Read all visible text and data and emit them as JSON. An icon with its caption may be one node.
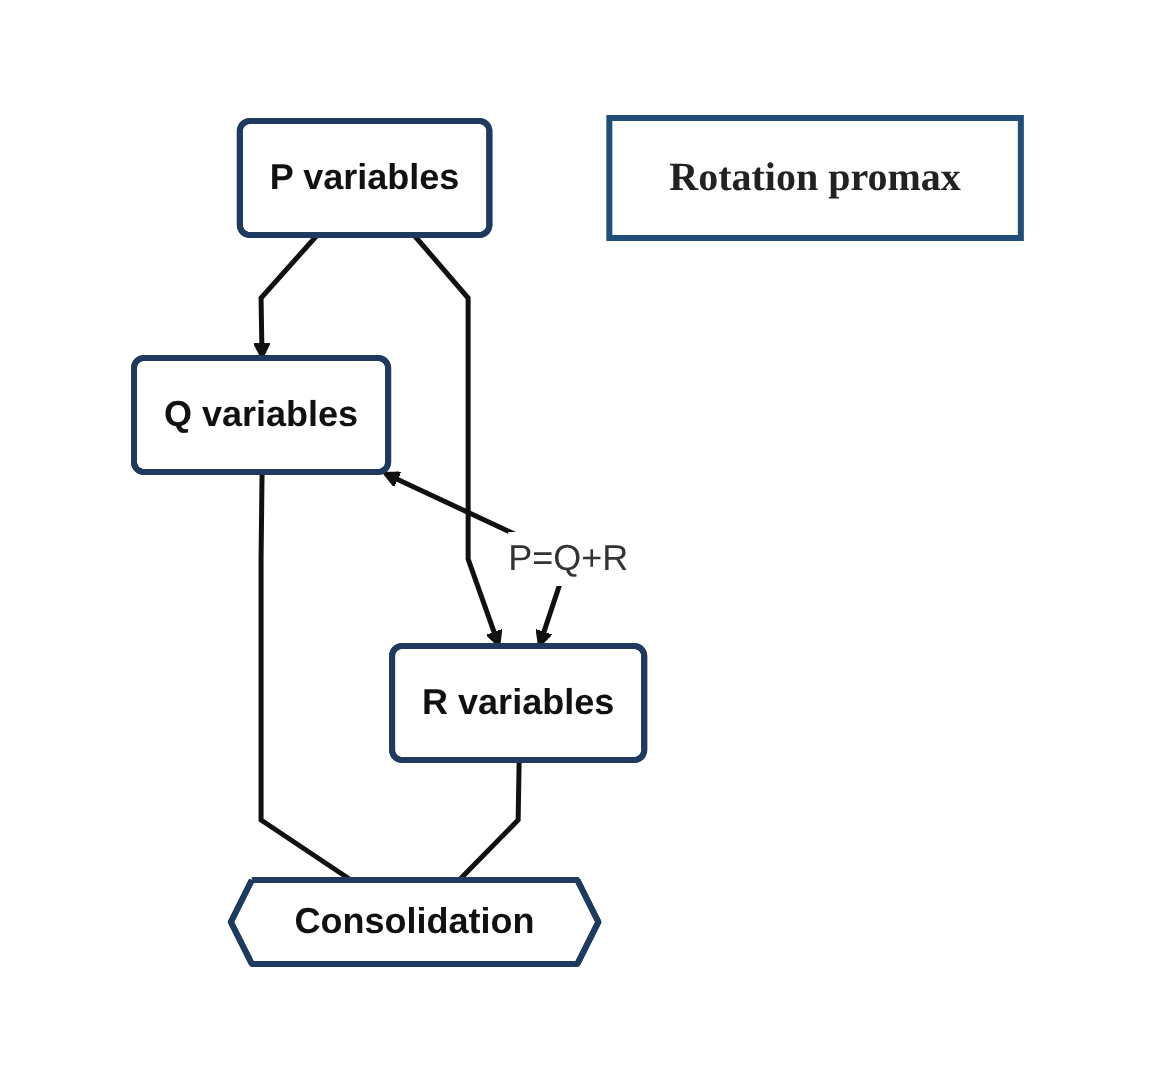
{
  "diagram": {
    "nodes": [
      {
        "text": [
          "P variables"
        ]
      },
      {
        "text": [
          "Rotation promax"
        ]
      },
      {
        "text": [
          "Q variables"
        ]
      },
      {
        "text": [
          "R variables"
        ]
      },
      {
        "text": [
          "Consolidation"
        ]
      }
    ],
    "edges": [
      {
        "from": 0,
        "to": 2,
        "arrow": "to"
      },
      {
        "from": 0,
        "to": 3,
        "arrow": "to"
      },
      {
        "from": 2,
        "to": 3,
        "arrow": "both",
        "label": "P=Q+R"
      },
      {
        "from": 2,
        "to": 4,
        "arrow": "none"
      },
      {
        "from": 3,
        "to": 4,
        "arrow": "none"
      }
    ]
  }
}
